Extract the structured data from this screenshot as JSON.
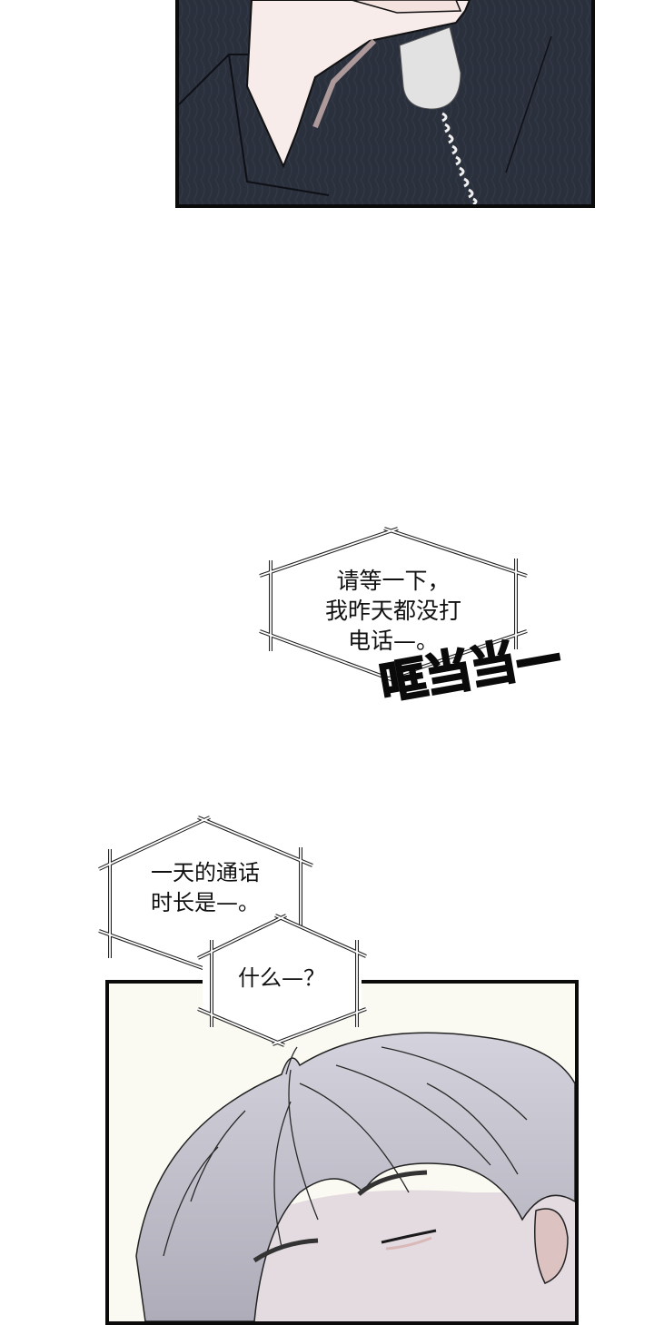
{
  "comic": {
    "panels": [
      {
        "id": "top",
        "description": "hand holding telephone handset with coiled cord against dark knit sweater"
      },
      {
        "id": "bottom",
        "description": "silver-haired character with eyes closed"
      }
    ],
    "bubbles": [
      {
        "id": "bubble-1",
        "text": "请等一下，\n我昨天都没打\n电话—。"
      },
      {
        "id": "bubble-2",
        "text": "一天的通话\n时长是—。"
      },
      {
        "id": "bubble-3",
        "text": "什么—？"
      }
    ],
    "sfx": {
      "text": "哐当当—"
    }
  },
  "colors": {
    "sweater": "#2b303d",
    "skin": "#f7ecea",
    "handset": "#e2e2e2",
    "hair": "#c9c7d1",
    "bottom_bg": "#fbfaf2",
    "border": "#0b0b0b"
  }
}
